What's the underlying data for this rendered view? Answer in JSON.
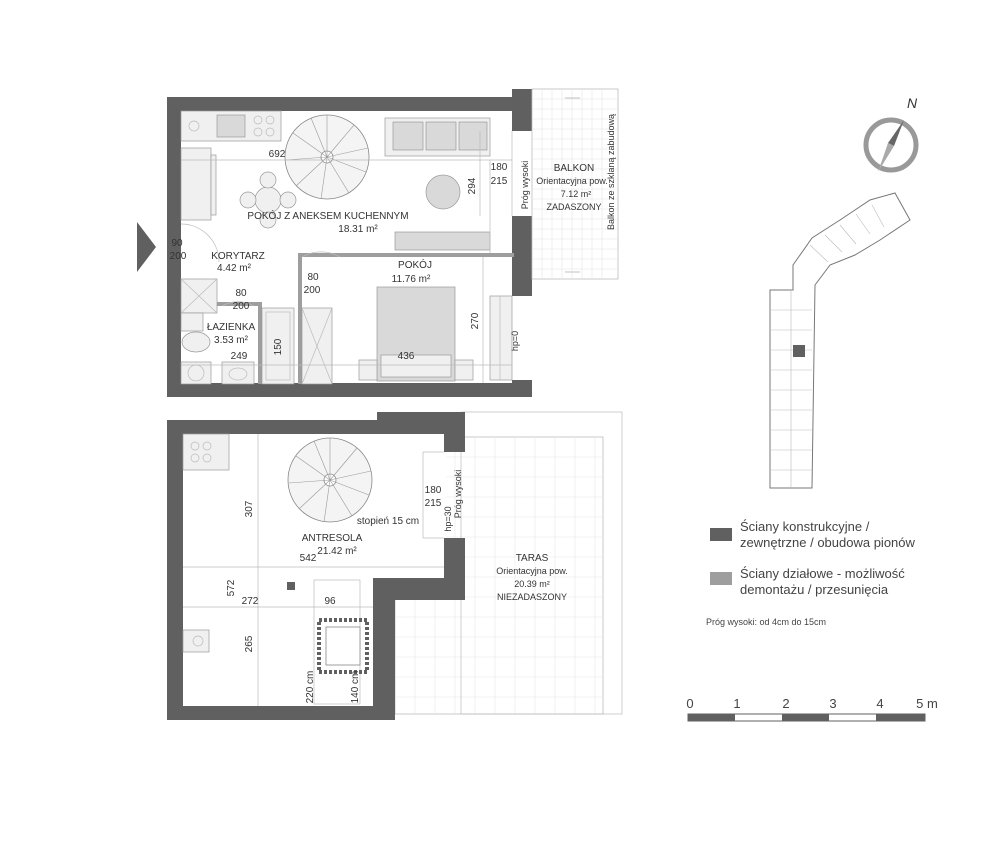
{
  "upper_floor": {
    "rooms": [
      {
        "key": "living",
        "name": "POKÓJ Z ANEKSEM KUCHENNYM",
        "area": "18.31 m²"
      },
      {
        "key": "corridor",
        "name": "KORYTARZ",
        "area": "4.42 m²"
      },
      {
        "key": "bathroom",
        "name": "ŁAZIENKA",
        "area": "3.53 m²"
      },
      {
        "key": "room",
        "name": "POKÓJ",
        "area": "11.76 m²"
      },
      {
        "key": "balcony",
        "name": "BALKON",
        "line2": "Orientacyjna pow.",
        "area": "7.12 m²",
        "line4": "ZADASZONY"
      }
    ],
    "balcony_side_note": "Balkon ze szklaną zabudową",
    "threshold_label": "Próg wysoki",
    "threshold_hp": "hp=0",
    "dimensions": {
      "living_width": "692",
      "balcony_door_w": "180",
      "balcony_door_h": "215",
      "living_depth": "294",
      "entry_w": "90",
      "entry_h": "200",
      "room_door_w": "80",
      "room_door_h": "200",
      "bath_door_w": "80",
      "bath_door_h": "200",
      "bath_width": "249",
      "bath_tub": "150",
      "room_width": "436",
      "room_depth": "270"
    }
  },
  "lower_floor": {
    "rooms": [
      {
        "key": "mezzanine",
        "name": "ANTRESOLA",
        "area": "21.42 m²"
      },
      {
        "key": "terrace",
        "name": "TARAS",
        "line2": "Orientacyjna pow.",
        "area": "20.39 m²",
        "line4": "NIEZADASZONY"
      }
    ],
    "stair_step": "stopień 15 cm",
    "threshold_label": "Próg wysoki",
    "threshold_hp": "hp=30",
    "dimensions": {
      "door_w": "180",
      "door_h": "215",
      "upper_depth": "307",
      "width": "542",
      "total_depth": "572",
      "mid_width": "272",
      "hatch_width": "96",
      "lower_depth": "265",
      "height_220": "220 cm",
      "height_140": "140 cm"
    }
  },
  "compass": {
    "label": "N"
  },
  "legend": {
    "items": [
      {
        "line1": "Ściany konstrukcyjne /",
        "line2": "zewnętrzne / obudowa pionów",
        "color": "#606060"
      },
      {
        "line1": "Ściany działowe - możliwość",
        "line2": "demontażu / przesunięcia",
        "color": "#9e9e9e"
      }
    ],
    "note": "Próg wysoki: od 4cm do 15cm"
  },
  "scale": {
    "ticks": [
      "0",
      "1",
      "2",
      "3",
      "4",
      "5 m"
    ]
  }
}
